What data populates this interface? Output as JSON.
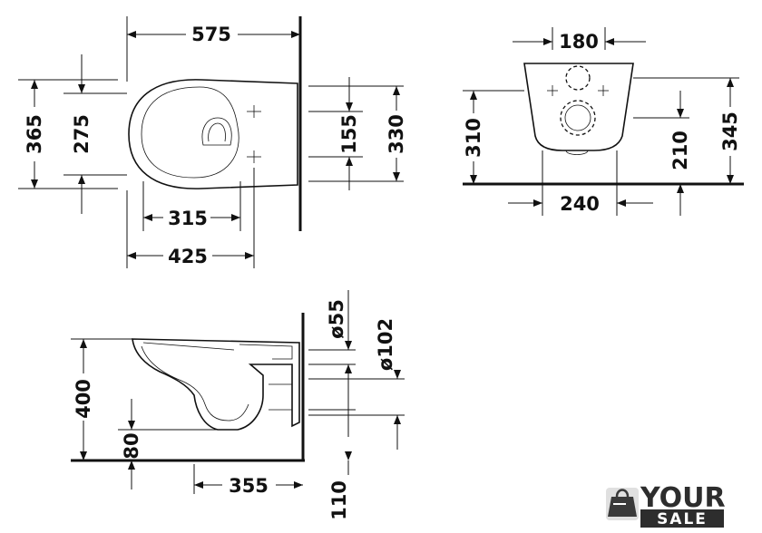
{
  "top_view": {
    "length": "575",
    "width_outer": "365",
    "width_inner": "275",
    "hole_spacing": "155",
    "mount_height": "330",
    "seat_offset": "315",
    "rim_offset": "425"
  },
  "front_view": {
    "top_width": "180",
    "height_left": "310",
    "bottom_width": "240",
    "inner_height": "210",
    "height_right": "345"
  },
  "side_view": {
    "height": "400",
    "base_offset": "80",
    "outlet_offset": "355",
    "floor_offset": "110",
    "inlet_diameter": "ø55",
    "outlet_diameter": "ø102"
  },
  "logo": {
    "word_top": "YOUR",
    "word_bottom": "SALE",
    "icon": "shopping-bag-icon"
  }
}
